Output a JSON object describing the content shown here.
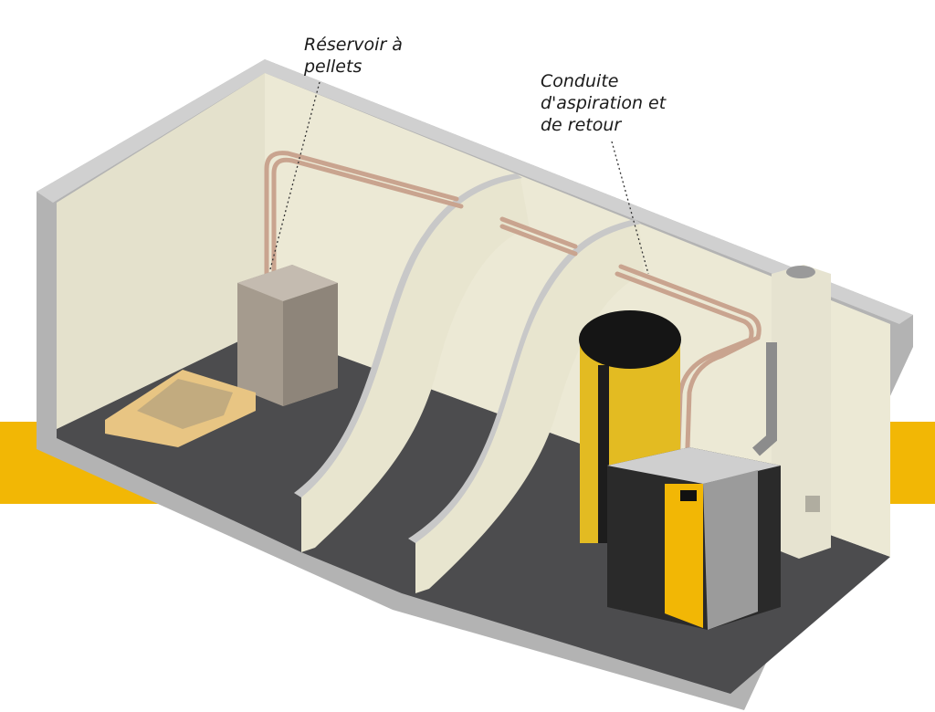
{
  "labels": {
    "pellet_tank": [
      "Réservoir à",
      "pellets"
    ],
    "suction_line": [
      "Conduite",
      "d'aspiration et",
      "de retour"
    ]
  },
  "colors": {
    "accent_yellow": "#f2b705",
    "wall_cream": "#ebe8d3",
    "wall_gray": "#b9b9b9",
    "floor_dark": "#4a4a4c"
  }
}
